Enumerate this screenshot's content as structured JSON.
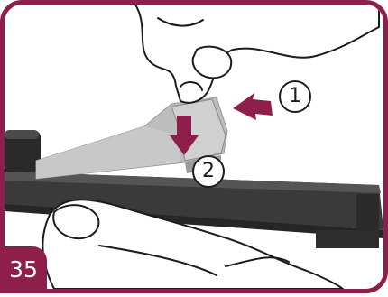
{
  "step": {
    "number": "35"
  },
  "callouts": {
    "first": "1",
    "second": "2"
  },
  "colors": {
    "frame": "#8e1f4a",
    "arrow": "#8e1f4a",
    "line_art": "#1c1c1c",
    "rail": "#3a3a3a",
    "clamp_part": "#b9b9b9"
  },
  "icons": {
    "push_arrow": "arrow-left-icon",
    "press_arrow": "arrow-down-icon"
  }
}
